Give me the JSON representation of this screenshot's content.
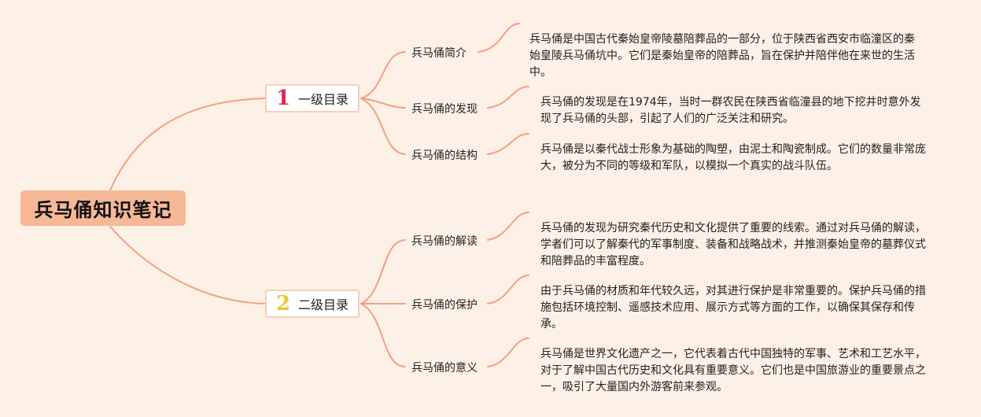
{
  "title": "兵马俑知识笔记",
  "branches": [
    {
      "number": "1",
      "label": "一级目录",
      "topics": [
        {
          "label": "兵马俑简介",
          "text": "兵马俑是中国古代秦始皇帝陵墓陪葬品的一部分，位于陕西省西安市临潼区的秦始皇陵兵马俑坑中。它们是秦始皇帝的陪葬品，旨在保护并陪伴他在来世的生活中。"
        },
        {
          "label": "兵马俑的发现",
          "text": "兵马俑的发现是在1974年，当时一群农民在陕西省临潼县的地下挖井时意外发现了兵马俑的头部，引起了人们的广泛关注和研究。"
        },
        {
          "label": "兵马俑的结构",
          "text": "兵马俑是以秦代战士形象为基础的陶塑，由泥土和陶瓷制成。它们的数量非常庞大，被分为不同的等级和军队，以模拟一个真实的战斗队伍。"
        }
      ]
    },
    {
      "number": "2",
      "label": "二级目录",
      "topics": [
        {
          "label": "兵马俑的解读",
          "text": "兵马俑的发现为研究秦代历史和文化提供了重要的线索。通过对兵马俑的解读，学者们可以了解秦代的军事制度、装备和战略战术，并推测秦始皇帝的墓葬仪式和陪葬品的丰富程度。"
        },
        {
          "label": "兵马俑的保护",
          "text": "由于兵马俑的材质和年代较久远，对其进行保护是非常重要的。保护兵马俑的措施包括环境控制、遥感技术应用、展示方式等方面的工作，以确保其保存和传承。"
        },
        {
          "label": "兵马俑的意义",
          "text": "兵马俑是世界文化遗产之一，它代表着古代中国独特的军事、艺术和工艺水平，对于了解中国古代历史和文化具有重要意义。它们也是中国旅游业的重要景点之一，吸引了大量国内外游客前来参观。"
        }
      ]
    }
  ],
  "colors": {
    "background": "#fdf0e6",
    "connector": "#f4a080",
    "root_fill": "#f6b896",
    "number_1": "#d9294e",
    "number_2": "#f0c52d"
  }
}
